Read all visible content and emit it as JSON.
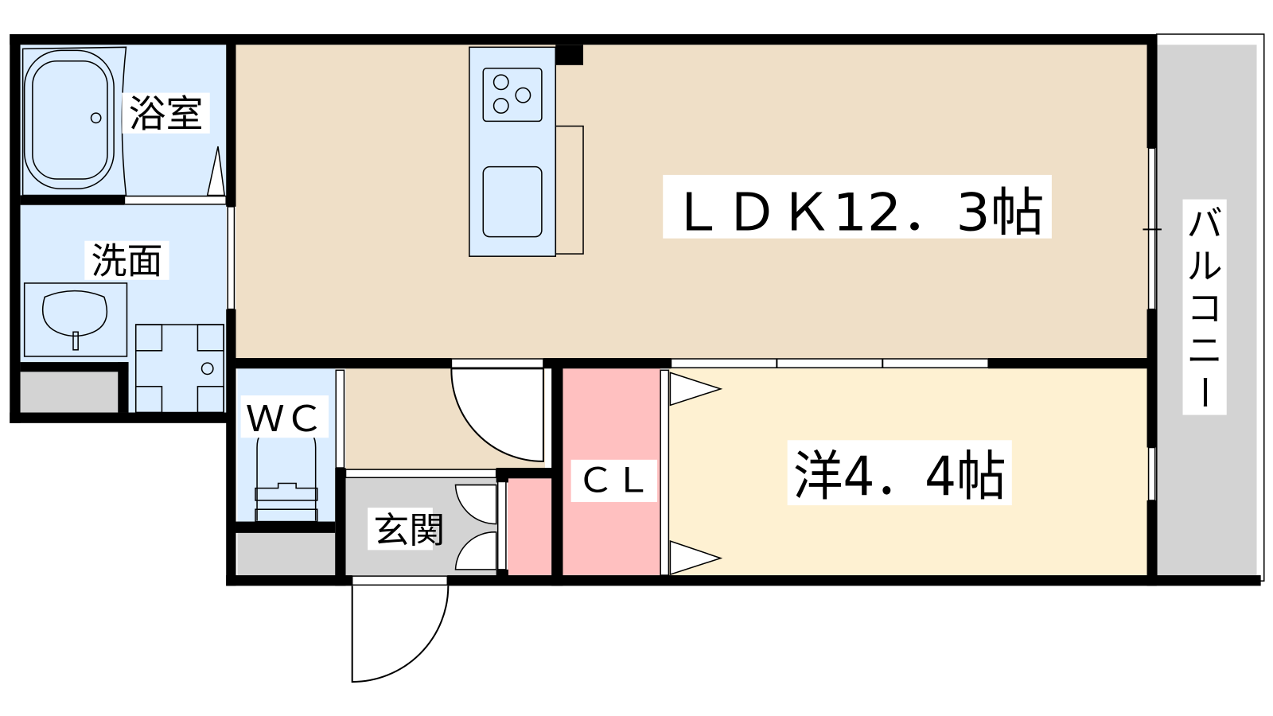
{
  "floorplan": {
    "rooms": {
      "bath": {
        "label": "浴室"
      },
      "washroom": {
        "label": "洗面"
      },
      "ldk": {
        "label": "ＬＤＫ12．3帖"
      },
      "wc": {
        "label": "ＷＣ"
      },
      "western": {
        "label": "洋4．4帖"
      },
      "closet": {
        "label": "ＣＬ"
      },
      "entrance": {
        "label": "玄関"
      },
      "balcony": {
        "label": [
          "バ",
          "ル",
          "コ",
          "ニ",
          "ー"
        ]
      }
    },
    "colors": {
      "wet_area": "#dbedff",
      "ldk": "#efdfc7",
      "western": "#fef1d2",
      "closet": "#ffc0c0",
      "gray_area": "#d3d3d3",
      "wall": "#000000"
    }
  }
}
